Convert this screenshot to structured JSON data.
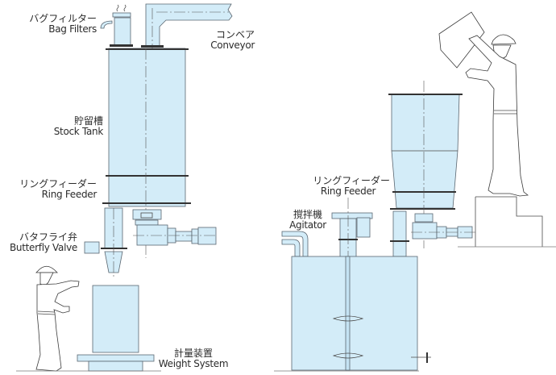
{
  "diagram": {
    "left_system": {
      "labels": {
        "bag_filters": {
          "jp": "バグフィルター",
          "en": "Bag Filters"
        },
        "conveyor": {
          "jp": "コンベア",
          "en": "Conveyor"
        },
        "stock_tank": {
          "jp": "貯留槽",
          "en": "Stock Tank"
        },
        "ring_feeder": {
          "jp": "リングフィーダー",
          "en": "Ring Feeder"
        },
        "butterfly_valve": {
          "jp": "バタフライ弁",
          "en": "Butterfly Valve"
        },
        "weight_system": {
          "jp": "計量装置",
          "en": "Weight System"
        }
      }
    },
    "right_system": {
      "labels": {
        "ring_feeder": {
          "jp": "リングフィーダー",
          "en": "Ring Feeder"
        },
        "agitator": {
          "jp": "撹拌機",
          "en": "Agitator"
        }
      }
    },
    "colors": {
      "equipment_fill": "#d3ecf8",
      "outline": "#4a4a4a"
    }
  }
}
